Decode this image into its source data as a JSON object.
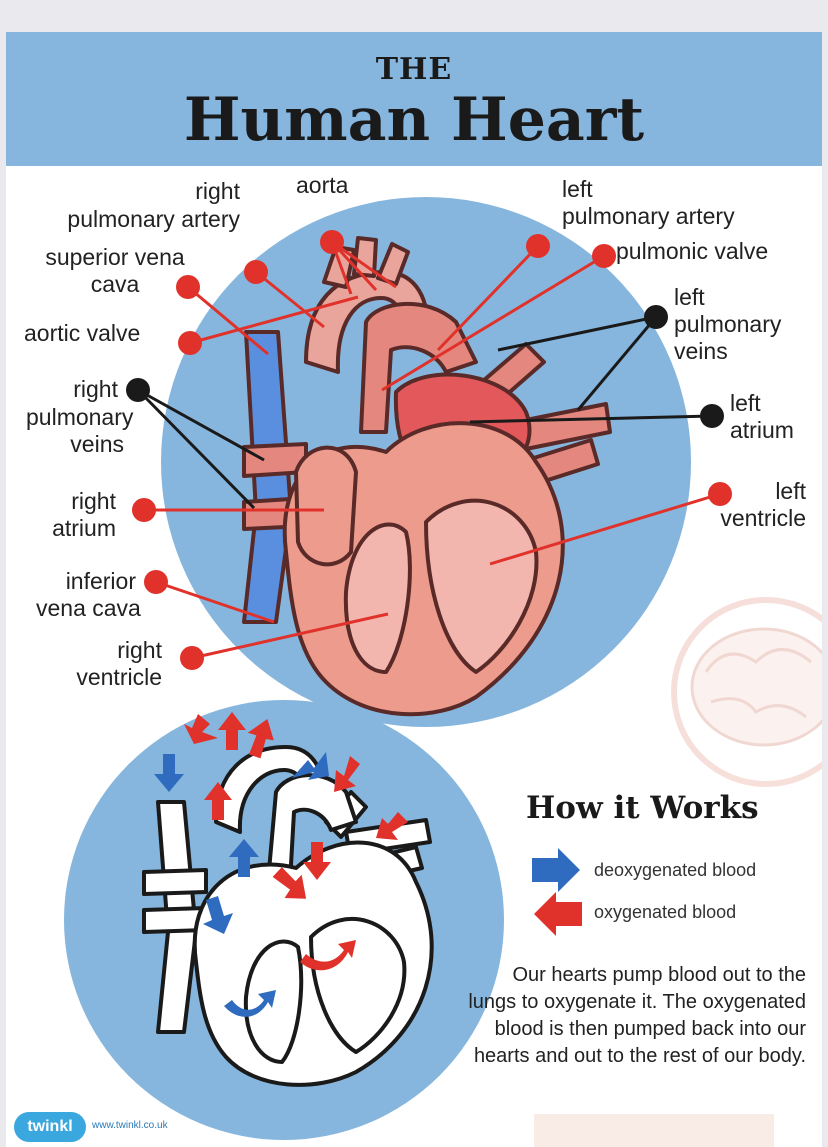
{
  "title": {
    "small": "THE",
    "main": "Human Heart"
  },
  "labels": {
    "right_pulmonary_artery": [
      "right",
      "pulmonary artery"
    ],
    "aorta": "aorta",
    "left_pulmonary_artery": [
      "left",
      "pulmonary artery"
    ],
    "superior_vena_cava": [
      "superior vena",
      "cava"
    ],
    "pulmonic_valve": "pulmonic valve",
    "aortic_valve": "aortic valve",
    "left_pulmonary_veins": [
      "left",
      "pulmonary",
      "veins"
    ],
    "right_pulmonary_veins": [
      "right",
      "pulmonary",
      "veins"
    ],
    "left_atrium": [
      "left",
      "atrium"
    ],
    "right_atrium": [
      "right",
      "atrium"
    ],
    "left_ventricle": [
      "left",
      "ventricle"
    ],
    "inferior_vena_cava": [
      "inferior",
      "vena cava"
    ],
    "right_ventricle": [
      "right",
      "ventricle"
    ]
  },
  "how_it_works": {
    "title": "How it Works",
    "key_deoxygenated": "deoxygenated blood",
    "key_oxygenated": "oxygenated blood",
    "description": "Our hearts pump blood out to the lungs to oxygenate it. The oxygenated blood is then pumped back into our hearts and out to the rest of our body."
  },
  "footer": {
    "logo": "twinkl",
    "url": "www.twinkl.co.uk"
  },
  "colors": {
    "banner": "#86b6dd",
    "red_marker": "#e0322b",
    "black_marker": "#1a1a1a",
    "deoxygenated_arrow": "#2f6bbf",
    "oxygenated_arrow": "#e0322b"
  }
}
